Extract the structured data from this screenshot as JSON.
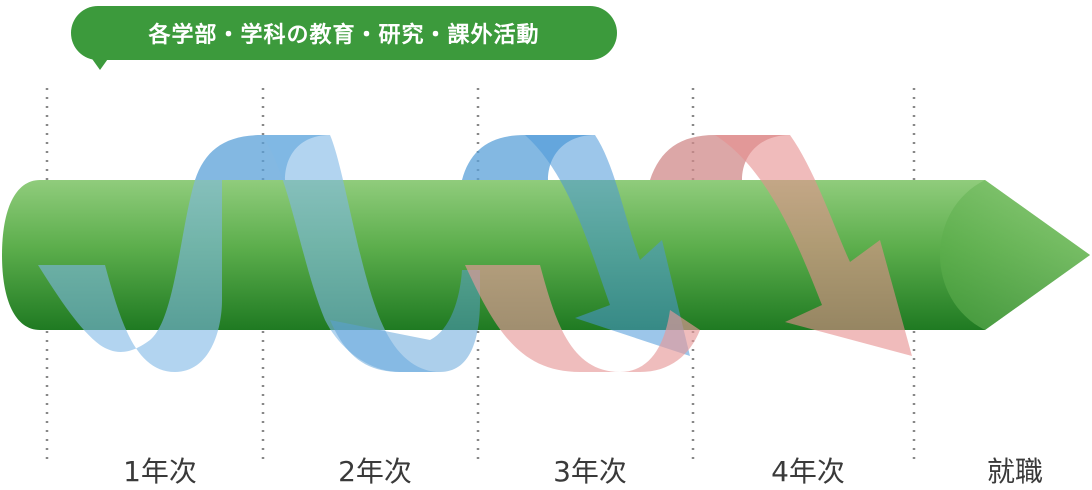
{
  "header": {
    "bubble_text": "各学部・学科の教育・研究・課外活動"
  },
  "stages": [
    {
      "label": "1年次"
    },
    {
      "label": "2年次"
    },
    {
      "label": "3年次"
    },
    {
      "label": "4年次"
    },
    {
      "label": "就職"
    }
  ],
  "colors": {
    "bubble": "#3c9a3c",
    "pipe_light": "#8cc878",
    "pipe_dark": "#1e7a24",
    "ribbon_blue": "#7fb8e6",
    "ribbon_blue_dark": "#3a88c8",
    "ribbon_pink": "#e69a9a",
    "ribbon_pink_dark": "#c06464",
    "divider": "#888888"
  }
}
